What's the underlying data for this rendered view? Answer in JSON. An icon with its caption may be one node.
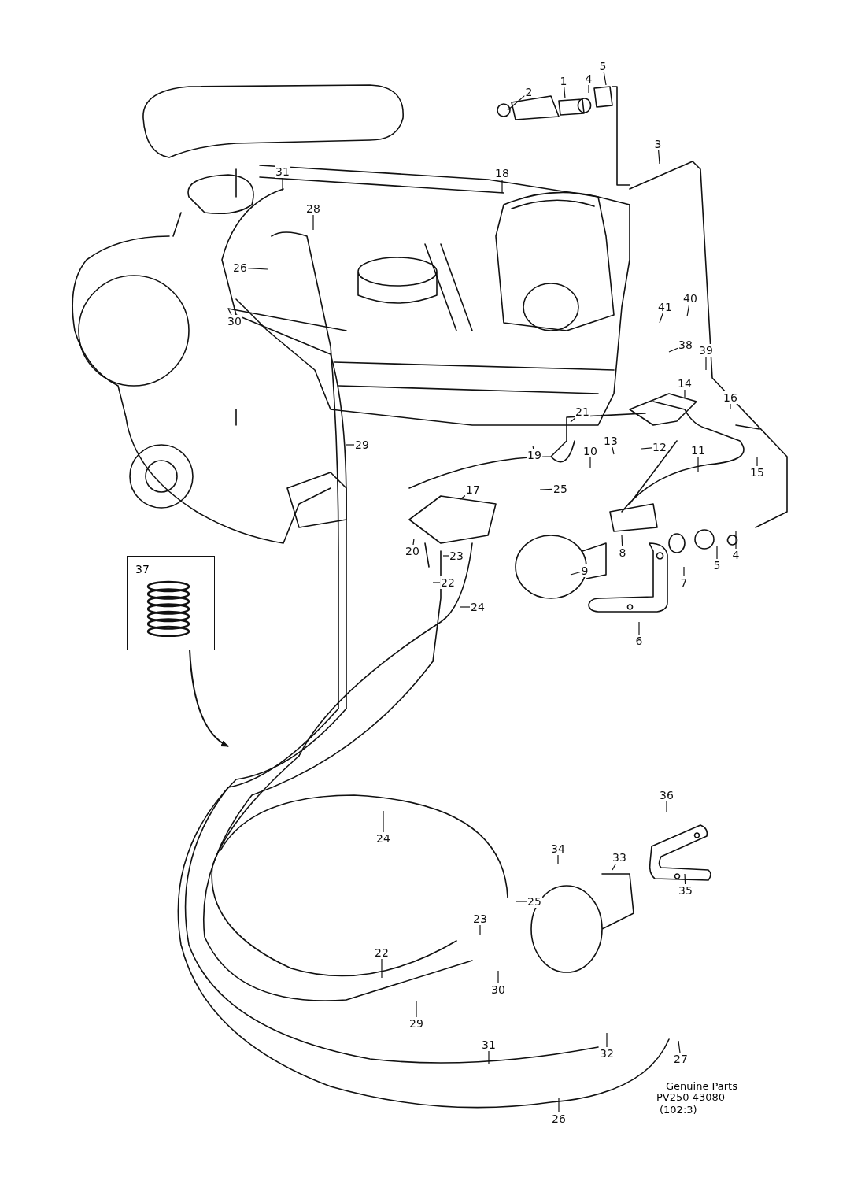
{
  "diagram": {
    "nodes": [
      {
        "text": [
          "5"
        ]
      },
      {
        "text": [
          "4"
        ]
      },
      {
        "text": [
          "1"
        ]
      },
      {
        "text": [
          "2"
        ]
      },
      {
        "text": [
          "3"
        ]
      },
      {
        "text": [
          "31"
        ]
      },
      {
        "text": [
          "18"
        ]
      },
      {
        "text": [
          "28"
        ]
      },
      {
        "text": [
          "26"
        ]
      },
      {
        "text": [
          "41"
        ]
      },
      {
        "text": [
          "40"
        ]
      },
      {
        "text": [
          "30"
        ]
      },
      {
        "text": [
          "38"
        ]
      },
      {
        "text": [
          "39"
        ]
      },
      {
        "text": [
          "14"
        ]
      },
      {
        "text": [
          "16"
        ]
      },
      {
        "text": [
          "21"
        ]
      },
      {
        "text": [
          "13"
        ]
      },
      {
        "text": [
          "29"
        ]
      },
      {
        "text": [
          "12"
        ]
      },
      {
        "text": [
          "10"
        ]
      },
      {
        "text": [
          "11"
        ]
      },
      {
        "text": [
          "19"
        ]
      },
      {
        "text": [
          "15"
        ]
      },
      {
        "text": [
          "17"
        ]
      },
      {
        "text": [
          "25"
        ]
      },
      {
        "text": [
          "20"
        ]
      },
      {
        "text": [
          "8"
        ]
      },
      {
        "text": [
          "5"
        ]
      },
      {
        "text": [
          "4"
        ]
      },
      {
        "text": [
          "23"
        ]
      },
      {
        "text": [
          "37"
        ]
      },
      {
        "text": [
          "9"
        ]
      },
      {
        "text": [
          "7"
        ]
      },
      {
        "text": [
          "22"
        ]
      },
      {
        "text": [
          "24"
        ]
      },
      {
        "text": [
          "6"
        ]
      },
      {
        "text": [
          "36"
        ]
      },
      {
        "text": [
          "24"
        ]
      },
      {
        "text": [
          "34"
        ]
      },
      {
        "text": [
          "33"
        ]
      },
      {
        "text": [
          "35"
        ]
      },
      {
        "text": [
          "25"
        ]
      },
      {
        "text": [
          "23"
        ]
      },
      {
        "text": [
          "22"
        ]
      },
      {
        "text": [
          "30"
        ]
      },
      {
        "text": [
          "29"
        ]
      },
      {
        "text": [
          "31"
        ]
      },
      {
        "text": [
          "32"
        ]
      },
      {
        "text": [
          "27"
        ]
      },
      {
        "text": [
          "26"
        ]
      }
    ],
    "edges": [
      {
        "from": 0,
        "to": null,
        "arrow": "none"
      },
      {
        "from": 1,
        "to": null,
        "arrow": "none"
      },
      {
        "from": 2,
        "to": null,
        "arrow": "none"
      },
      {
        "from": 3,
        "to": null,
        "arrow": "none"
      },
      {
        "from": 4,
        "to": null,
        "arrow": "none"
      },
      {
        "from": 5,
        "to": null,
        "arrow": "none"
      },
      {
        "from": 6,
        "to": null,
        "arrow": "none"
      },
      {
        "from": 7,
        "to": null,
        "arrow": "none"
      },
      {
        "from": 8,
        "to": null,
        "arrow": "none"
      },
      {
        "from": 9,
        "to": null,
        "arrow": "none"
      },
      {
        "from": 10,
        "to": null,
        "arrow": "none"
      },
      {
        "from": 11,
        "to": null,
        "arrow": "none"
      },
      {
        "from": 12,
        "to": null,
        "arrow": "none"
      },
      {
        "from": 13,
        "to": null,
        "arrow": "none"
      },
      {
        "from": 14,
        "to": null,
        "arrow": "none"
      },
      {
        "from": 15,
        "to": null,
        "arrow": "none"
      },
      {
        "from": 16,
        "to": null,
        "arrow": "none"
      },
      {
        "from": 17,
        "to": null,
        "arrow": "none"
      },
      {
        "from": 18,
        "to": null,
        "arrow": "none"
      },
      {
        "from": 19,
        "to": null,
        "arrow": "none"
      },
      {
        "from": 20,
        "to": null,
        "arrow": "none"
      },
      {
        "from": 21,
        "to": null,
        "arrow": "none"
      },
      {
        "from": 22,
        "to": null,
        "arrow": "none"
      },
      {
        "from": 23,
        "to": null,
        "arrow": "none"
      },
      {
        "from": 24,
        "to": null,
        "arrow": "none"
      },
      {
        "from": 25,
        "to": null,
        "arrow": "none"
      },
      {
        "from": 26,
        "to": null,
        "arrow": "none"
      },
      {
        "from": 27,
        "to": null,
        "arrow": "none"
      },
      {
        "from": 28,
        "to": null,
        "arrow": "none"
      },
      {
        "from": 29,
        "to": null,
        "arrow": "none"
      },
      {
        "from": 30,
        "to": null,
        "arrow": "none"
      },
      {
        "from": 31,
        "to": null,
        "arrow": "to"
      },
      {
        "from": 32,
        "to": null,
        "arrow": "none"
      },
      {
        "from": 33,
        "to": null,
        "arrow": "none"
      },
      {
        "from": 34,
        "to": null,
        "arrow": "none"
      },
      {
        "from": 35,
        "to": null,
        "arrow": "none"
      },
      {
        "from": 36,
        "to": null,
        "arrow": "none"
      },
      {
        "from": 37,
        "to": null,
        "arrow": "none"
      },
      {
        "from": 38,
        "to": null,
        "arrow": "none"
      },
      {
        "from": 39,
        "to": null,
        "arrow": "none"
      },
      {
        "from": 40,
        "to": null,
        "arrow": "none"
      },
      {
        "from": 41,
        "to": null,
        "arrow": "none"
      },
      {
        "from": 42,
        "to": null,
        "arrow": "none"
      },
      {
        "from": 43,
        "to": null,
        "arrow": "none"
      },
      {
        "from": 44,
        "to": null,
        "arrow": "none"
      },
      {
        "from": 45,
        "to": null,
        "arrow": "none"
      },
      {
        "from": 46,
        "to": null,
        "arrow": "none"
      },
      {
        "from": 47,
        "to": null,
        "arrow": "none"
      },
      {
        "from": 48,
        "to": null,
        "arrow": "none"
      },
      {
        "from": 49,
        "to": null,
        "arrow": "none"
      },
      {
        "from": 50,
        "to": null,
        "arrow": "none"
      }
    ],
    "labels": [
      "Genuine Parts",
      "PV250 43080",
      "(102:3)"
    ]
  }
}
